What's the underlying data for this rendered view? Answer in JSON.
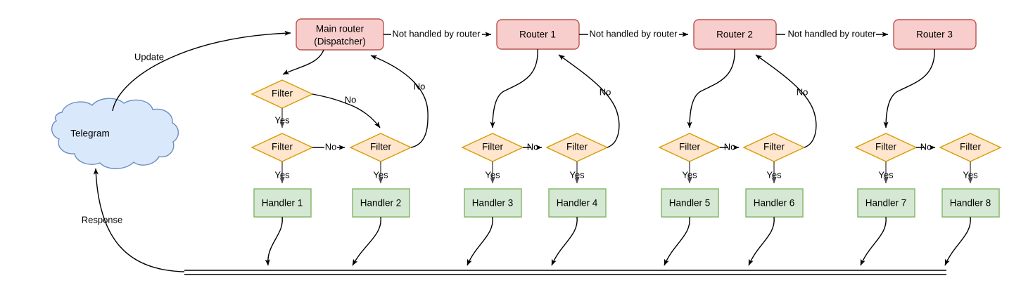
{
  "diagram": {
    "title": "Telegram bot update dispatching flow",
    "colors": {
      "router_fill": "#f8cecc",
      "router_stroke": "#b85450",
      "filter_fill": "#ffe6cc",
      "filter_stroke": "#d79b00",
      "handler_fill": "#d5e8d4",
      "handler_stroke": "#82b366",
      "cloud_fill": "#dae8fc",
      "cloud_stroke": "#6c8ebf",
      "edge_stroke": "#000000",
      "background": "#ffffff"
    },
    "source": {
      "label": "Telegram",
      "shape": "cloud"
    },
    "routers": [
      {
        "id": "main-router",
        "line1": "Main router",
        "line2": "(Dispatcher)"
      },
      {
        "id": "router-1",
        "line1": "Router 1",
        "line2": ""
      },
      {
        "id": "router-2",
        "line1": "Router 2",
        "line2": ""
      },
      {
        "id": "router-3",
        "line1": "Router 3",
        "line2": ""
      }
    ],
    "filters": [
      {
        "id": "filter-a",
        "label": "Filter"
      },
      {
        "id": "filter-1",
        "label": "Filter"
      },
      {
        "id": "filter-2",
        "label": "Filter"
      },
      {
        "id": "filter-3",
        "label": "Filter"
      },
      {
        "id": "filter-4",
        "label": "Filter"
      },
      {
        "id": "filter-5",
        "label": "Filter"
      },
      {
        "id": "filter-6",
        "label": "Filter"
      },
      {
        "id": "filter-7",
        "label": "Filter"
      },
      {
        "id": "filter-8",
        "label": "Filter"
      }
    ],
    "handlers": [
      {
        "id": "handler-1",
        "label": "Handler 1"
      },
      {
        "id": "handler-2",
        "label": "Handler 2"
      },
      {
        "id": "handler-3",
        "label": "Handler 3"
      },
      {
        "id": "handler-4",
        "label": "Handler 4"
      },
      {
        "id": "handler-5",
        "label": "Handler 5"
      },
      {
        "id": "handler-6",
        "label": "Handler 6"
      },
      {
        "id": "handler-7",
        "label": "Handler 7"
      },
      {
        "id": "handler-8",
        "label": "Handler 8"
      }
    ],
    "edge_labels": {
      "update": "Update",
      "response": "Response",
      "not_handled_1": "Not handled by router",
      "not_handled_2": "Not handled by router",
      "not_handled_3": "Not handled by router",
      "yes_1": "Yes",
      "yes_2": "Yes",
      "yes_3": "Yes",
      "yes_4": "Yes",
      "yes_5": "Yes",
      "yes_6": "Yes",
      "yes_7": "Yes",
      "yes_8": "Yes",
      "yes_9": "Yes",
      "no_a": "No",
      "no_back_main": "No",
      "no_1": "No",
      "no_2": "No",
      "no_back_r1": "No",
      "no_3": "No",
      "no_back_r2": "No",
      "no_4": "No"
    }
  }
}
